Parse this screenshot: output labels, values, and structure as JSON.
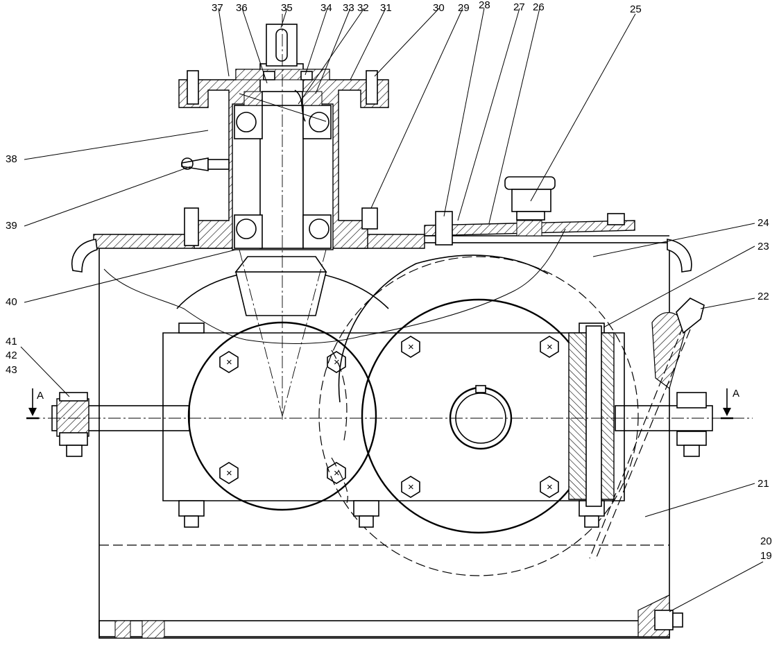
{
  "drawing": {
    "callouts": [
      "19",
      "20",
      "21",
      "22",
      "23",
      "24",
      "25",
      "26",
      "27",
      "28",
      "29",
      "30",
      "31",
      "32",
      "33",
      "34",
      "35",
      "36",
      "37",
      "38",
      "39",
      "40",
      "41",
      "42",
      "43"
    ],
    "section_marks": [
      "A",
      "A"
    ]
  }
}
